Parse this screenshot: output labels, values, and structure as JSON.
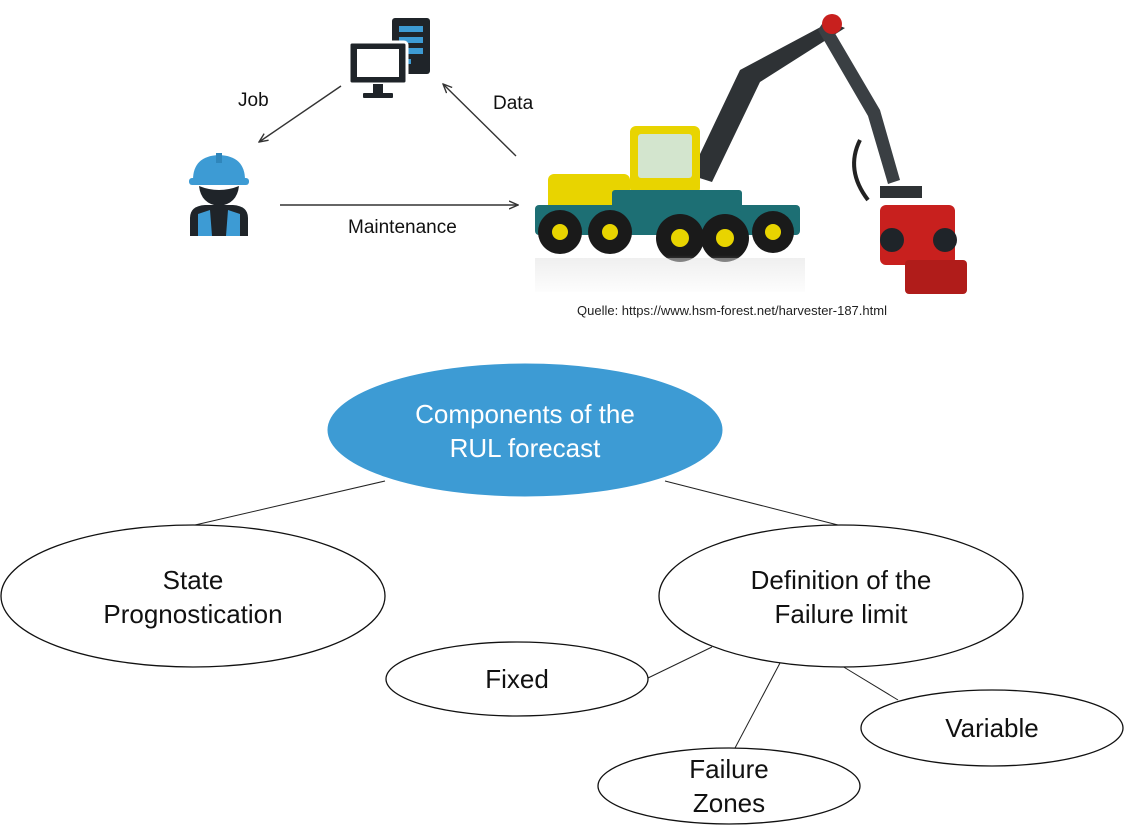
{
  "top_flow": {
    "job_label": "Job",
    "data_label": "Data",
    "maintenance_label": "Maintenance",
    "computer_icon": "computer-monitor-server-icon",
    "worker_icon": "worker-hardhat-icon",
    "machine_image": "forestry-harvester-image",
    "source_caption": "Quelle: https://www.hsm-forest.net/harvester-187.html"
  },
  "tree": {
    "root": {
      "line1": "Components of the",
      "line2": "RUL forecast"
    },
    "state": {
      "line1": "State",
      "line2": "Prognostication"
    },
    "failure_limit": {
      "line1": "Definition of the",
      "line2": "Failure limit"
    },
    "fixed": {
      "label": "Fixed"
    },
    "failure_zones": {
      "line1": "Failure",
      "line2": "Zones"
    },
    "variable": {
      "label": "Variable"
    }
  },
  "colors": {
    "accent_blue": "#3d9bd4",
    "icon_dark": "#1f2429",
    "machine_yellow": "#e8d400",
    "machine_teal": "#1d6f74",
    "harvester_head_red": "#c8201e"
  }
}
